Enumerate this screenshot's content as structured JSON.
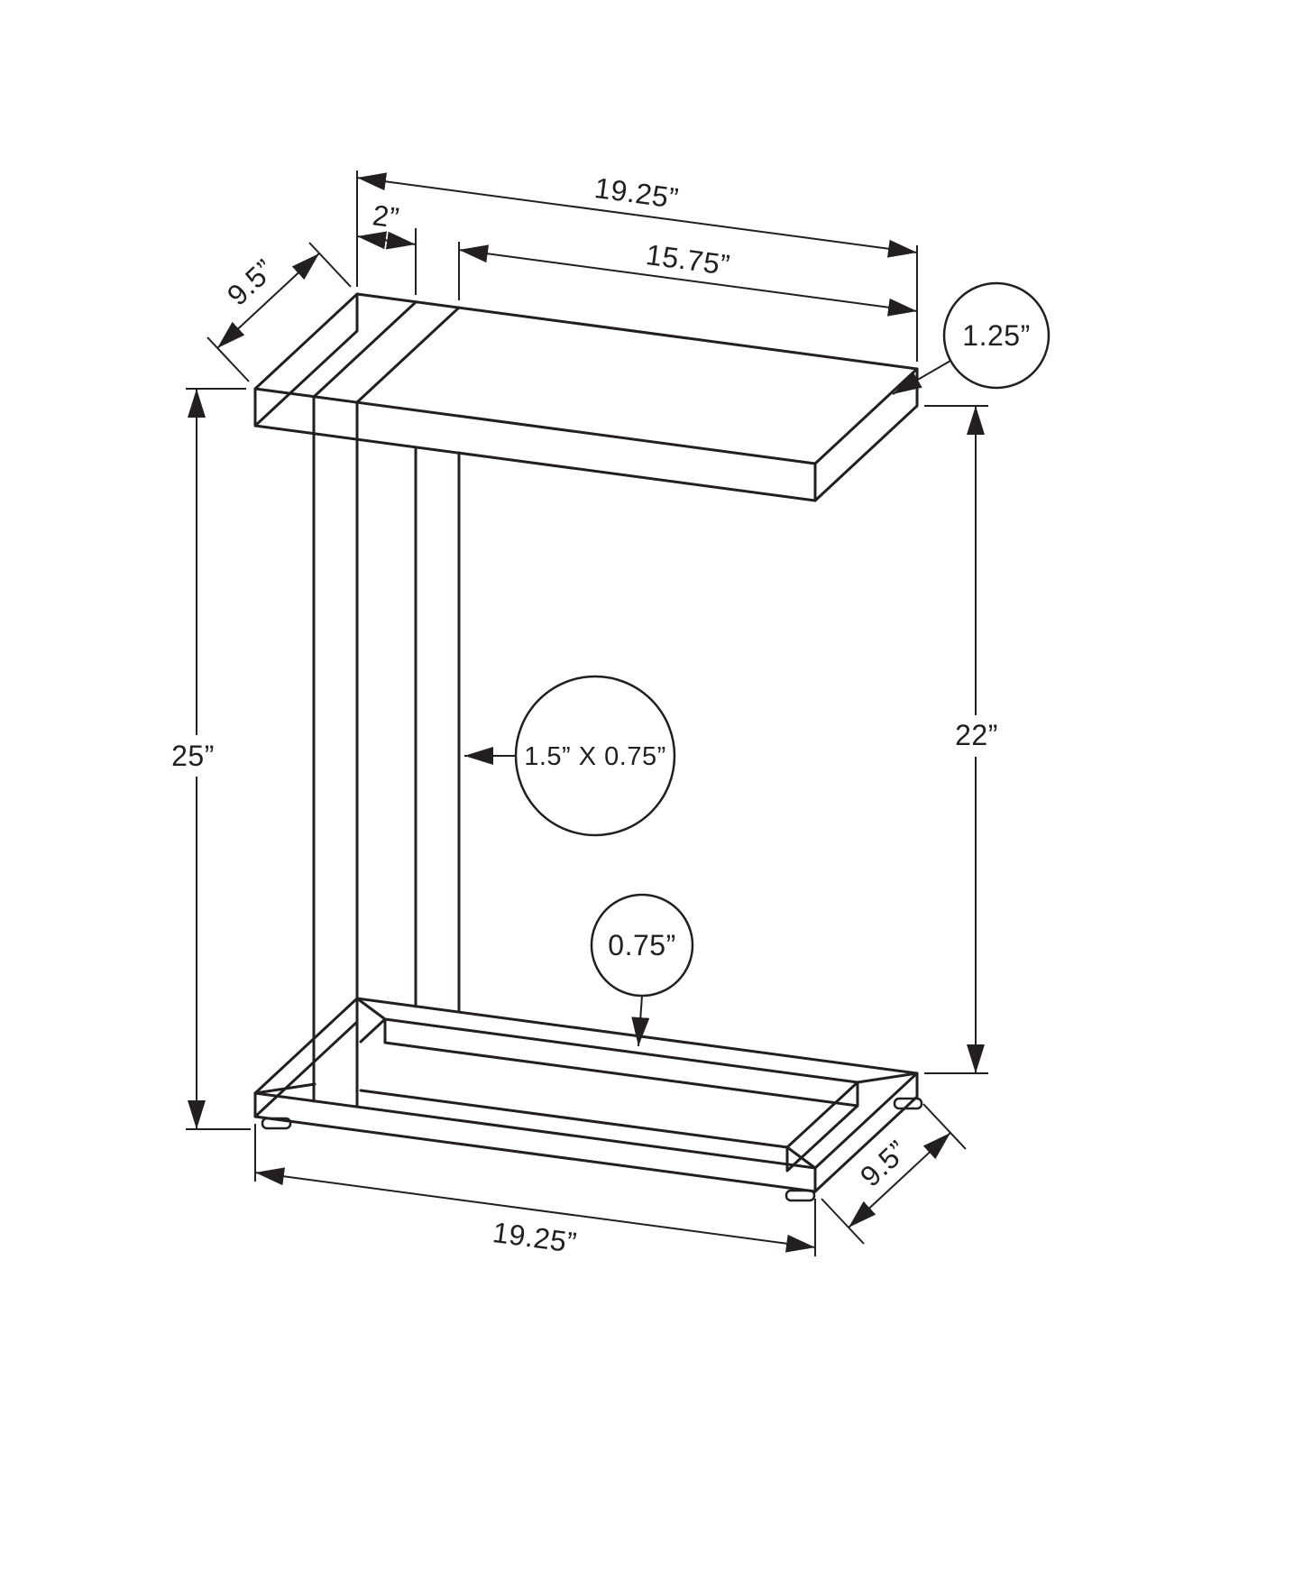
{
  "drawing": {
    "title": "C-shaped accent table dimensional line drawing",
    "line_color": "#231f20",
    "background_color": "#ffffff",
    "dimensions": {
      "top_overall_width": "19.25”",
      "frame_offset": "2”",
      "top_clear_width": "15.75”",
      "top_depth": "9.5”",
      "top_thickness": "1.25”",
      "overall_height": "25”",
      "clearance_height": "22”",
      "frame_tube_size": "1.5” X 0.75”",
      "base_thickness": "0.75”",
      "base_width": "19.25”",
      "base_depth": "9.5”"
    }
  }
}
